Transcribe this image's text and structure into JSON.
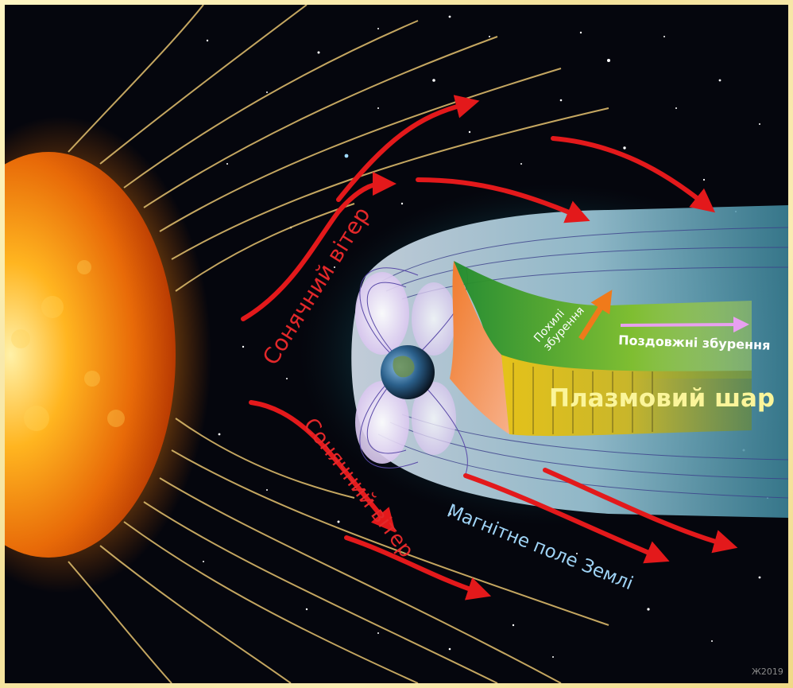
{
  "labels": {
    "solar_wind_top": "Сонячний вітер",
    "solar_wind_bottom": "Сонячний вітер",
    "magnetic_field": "Магнітне поле Землі",
    "plasma_sheet": "Плазмовий шар",
    "oblique_disturbances": [
      "Похилі",
      "збурення"
    ],
    "longitudinal_disturbances": "Поздовжні збурення",
    "signature": "Ж2019"
  },
  "colors": {
    "frame": "#f4e19a",
    "space": "#05060d",
    "sun": "#f39a12",
    "field_lines": "#d9b86a",
    "solar_wind_arrow": "#e3191b",
    "solar_wind_text": "#e3282a",
    "magnetic_field_text": "#9fd3f5",
    "plasma_sheet_text": "#fbf59a",
    "magnetosphere": "#b9c7d6"
  }
}
